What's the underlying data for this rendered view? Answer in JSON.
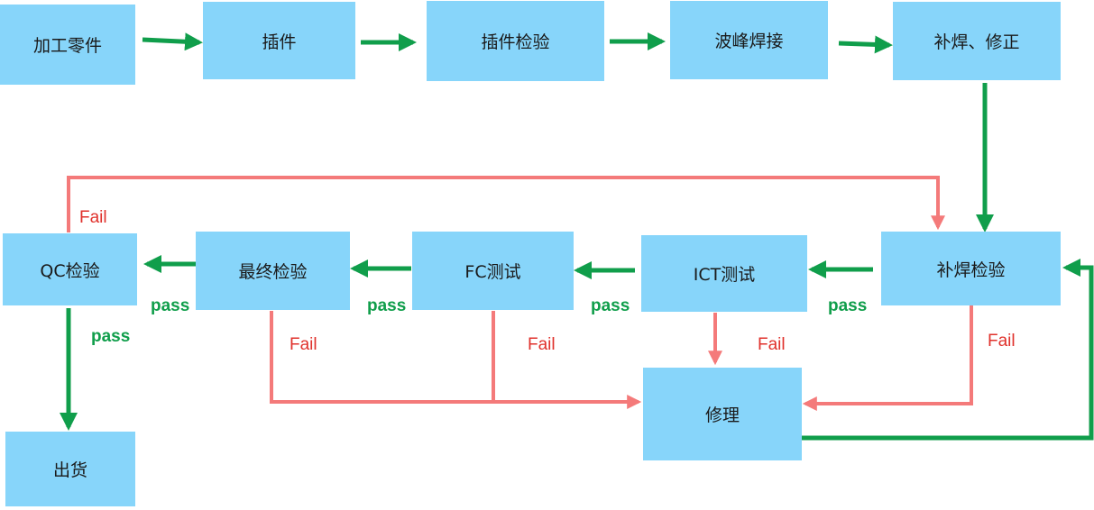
{
  "nodes": {
    "machining": "加工零件",
    "insert": "插件",
    "insert_check": "插件检验",
    "wave_solder": "波峰焊接",
    "rework": "补焊、修正",
    "rework_check": "补焊检验",
    "ict": "ICT测试",
    "fc": "FC测试",
    "final_check": "最终检验",
    "qc_check": "QC检验",
    "ship": "出货",
    "repair": "修理"
  },
  "labels": {
    "pass": "pass",
    "fail": "Fail"
  },
  "colors": {
    "box": "#87d5fa",
    "pass_arrow": "#109e4b",
    "fail_arrow": "#f47a7a",
    "fail_text": "#e0322c"
  }
}
